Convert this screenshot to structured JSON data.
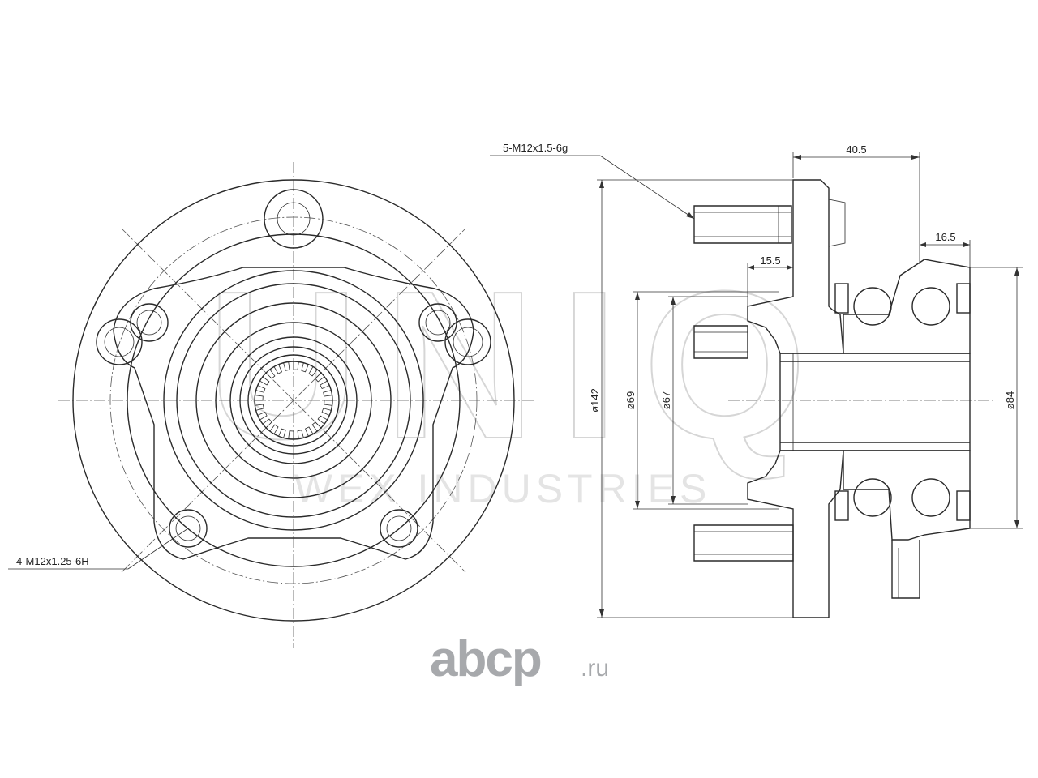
{
  "callouts": {
    "stud_thread": "5-M12x1.5-6g",
    "flange_thread": "4-M12x1.25-6H"
  },
  "dimensions": {
    "overall_width": "40.5",
    "bearing_offset": "16.5",
    "flange_offset": "15.5",
    "dia_flange": "ø142",
    "dia_pilot": "ø69",
    "dia_hub": "ø67",
    "dia_bearing": "ø84"
  },
  "watermark": {
    "brand": "UNIQ",
    "company": "WEX INDUSTRIES"
  },
  "site_logo": {
    "name": "abcp",
    "tld": ".ru"
  },
  "colors": {
    "line": "#2a2a2a",
    "logo_gray": "#a7a9ac",
    "watermark": "#d6d6d6"
  }
}
